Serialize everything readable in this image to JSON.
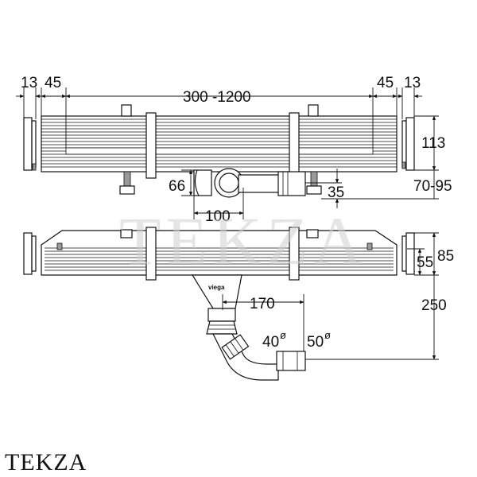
{
  "dimensions": {
    "end_cap_width": "13",
    "end_gap": "45",
    "channel_length": "300 -1200",
    "channel_height": "113",
    "outlet_height": "66",
    "foot_height": "35",
    "install_height": "70-95",
    "outlet_offset": "100",
    "side_height_upper": "85",
    "side_height_lower": "55",
    "outlet_reach": "170",
    "total_depth": "250",
    "pipe_40": "40",
    "pipe_50": "50",
    "diameter_symbol": "ø"
  },
  "logo_text": "viega",
  "watermark": "TEKZA",
  "brand": "TEKZA"
}
